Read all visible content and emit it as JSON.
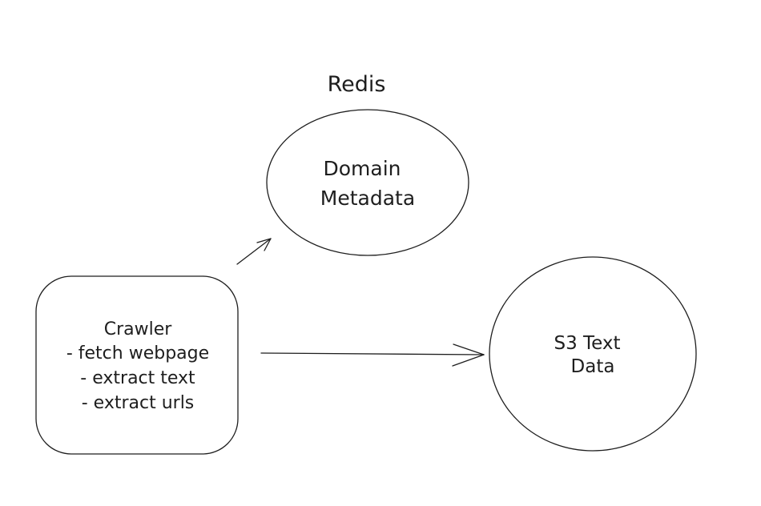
{
  "redis_label": "Redis",
  "domain_metadata": {
    "line1": "Domain",
    "line2": "Metadata"
  },
  "crawler": {
    "title": "Crawler",
    "items": [
      "- fetch webpage",
      "- extract text",
      "- extract urls"
    ]
  },
  "s3": {
    "line1": "S3 Text",
    "line2": "Data"
  }
}
